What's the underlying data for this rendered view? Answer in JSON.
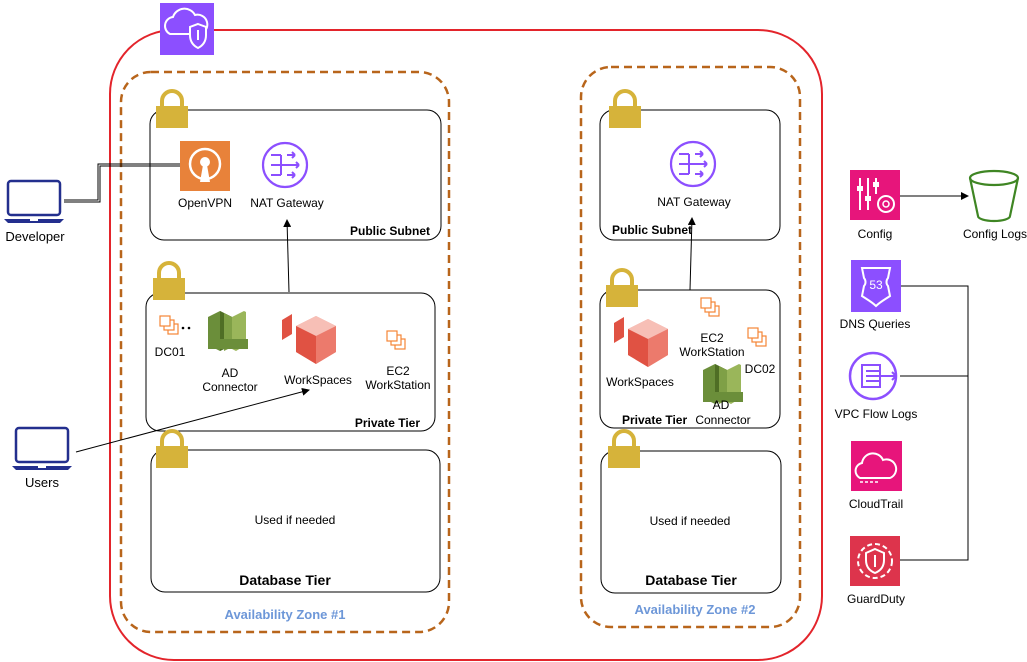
{
  "labels": {
    "developer": "Developer",
    "users": "Users",
    "az1": "Availability Zone #1",
    "az2": "Availability Zone #2",
    "public_subnet_1": "Public  Subnet",
    "public_subnet_2": "Public Subnet",
    "private_tier": "Private Tier",
    "database_tier": "Database Tier",
    "used_if_needed": "Used if needed",
    "openvpn": "OpenVPN",
    "nat_gateway": "NAT Gateway",
    "dc01": "DC01",
    "dc02": "DC02",
    "ad": "AD",
    "connector": "Connector",
    "workspaces": "WorkSpaces",
    "ec2": "EC2",
    "workstation": "WorkStation",
    "config": "Config",
    "config_logs": "Config Logs",
    "dns_queries": "DNS Queries",
    "route53_badge": "53",
    "vpc_flow_logs": "VPC Flow Logs",
    "cloudtrail": "CloudTrail",
    "guardduty": "GuardDuty"
  },
  "colors": {
    "region_border": "#e3242b",
    "az_border": "#b8651b",
    "az_label": "#6d97d8",
    "lock": "#d6b33a",
    "vpc_purple": "#8c4fff",
    "openvpn_orange": "#e8823a",
    "workspaces_red": "#e05243",
    "ec2_orange": "#f58536",
    "ad_green": "#6b8e3a",
    "mgmt_pink": "#e7157b",
    "s3_green": "#3f8624",
    "guardduty_red": "#dd344c",
    "laptop_blue": "#232f8e"
  },
  "icons": [
    "vpc-shield-icon",
    "lock-icon",
    "openvpn-icon",
    "nat-gateway-icon",
    "workspaces-icon",
    "ec2-instances-icon",
    "ad-connector-icon",
    "config-icon",
    "s3-bucket-icon",
    "route53-icon",
    "vpc-flow-logs-icon",
    "cloudtrail-icon",
    "guardduty-icon",
    "laptop-icon"
  ]
}
